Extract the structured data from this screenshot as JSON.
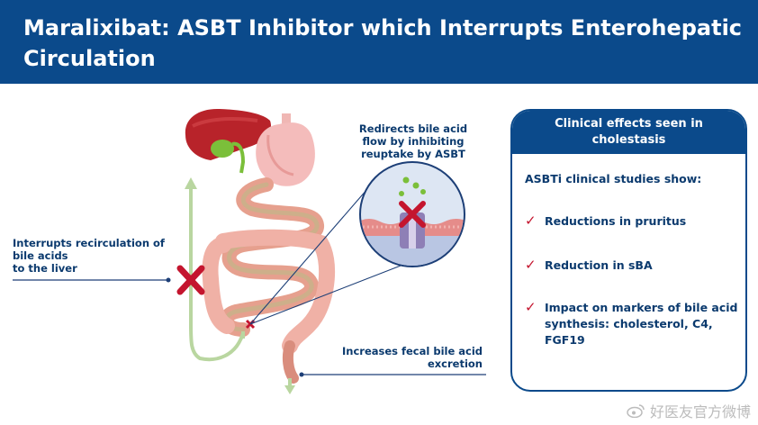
{
  "header": {
    "title": "Maralixibat: ASBT Inhibitor which Interrupts Enterohepatic Circulation"
  },
  "annotations": {
    "left": "Interrupts recirculation of bile acids\nto the liver",
    "top": "Redirects bile acid flow by inhibiting reuptake by ASBT",
    "bottom": "Increases fecal bile acid excretion"
  },
  "panel": {
    "title": "Clinical effects seen in cholestasis",
    "intro": "ASBTi clinical studies show:",
    "effects": [
      "Reductions in pruritus",
      "Reduction in sBA",
      "Impact on markers of bile acid synthesis: cholesterol, C4, FGF19"
    ]
  },
  "watermark": "好医友官方微博",
  "colors": {
    "header": "#0b4a8b",
    "accent_red": "#c4152e",
    "text_navy": "#0b3a6e",
    "arrow_green": "#b9d6a0"
  },
  "icons": [
    "liver-icon",
    "gallbladder-icon",
    "stomach-icon",
    "intestine-icon",
    "cross-icon",
    "check-icon",
    "weibo-icon"
  ]
}
